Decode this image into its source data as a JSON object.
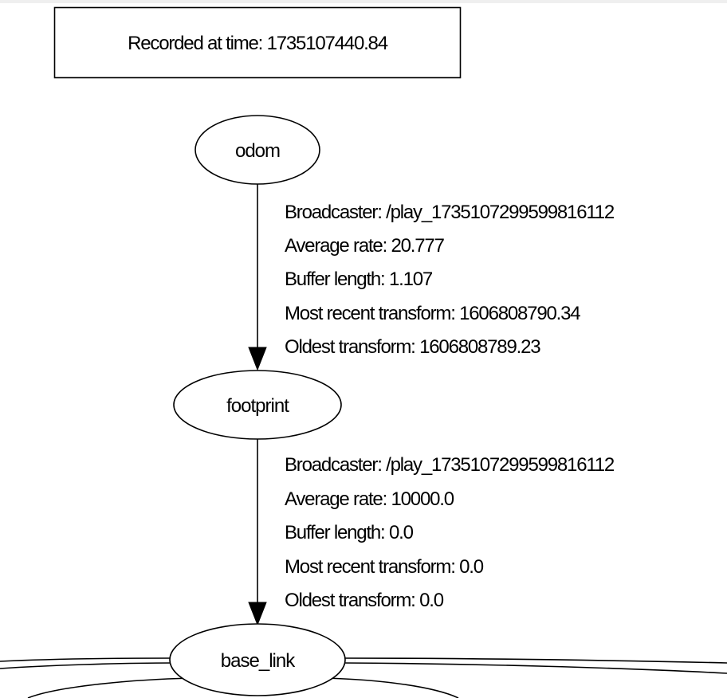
{
  "header": {
    "recorded_at": "Recorded at time: 1735107440.84"
  },
  "nodes": {
    "odom": "odom",
    "footprint": "footprint",
    "base_link": "base_link"
  },
  "edges": [
    {
      "from": "odom",
      "to": "footprint",
      "broadcaster": "Broadcaster: /play_1735107299599816112",
      "average_rate": "Average rate: 20.777",
      "buffer_length": "Buffer length: 1.107",
      "most_recent_transform": "Most recent transform: 1606808790.34",
      "oldest_transform": "Oldest transform: 1606808789.23"
    },
    {
      "from": "footprint",
      "to": "base_link",
      "broadcaster": "Broadcaster: /play_1735107299599816112",
      "average_rate": "Average rate: 10000.0",
      "buffer_length": "Buffer length: 0.0",
      "most_recent_transform": "Most recent transform: 0.0",
      "oldest_transform": "Oldest transform: 0.0"
    }
  ],
  "colors": {
    "background": "#ffffff",
    "stroke": "#000000",
    "top_strip": "#efefef"
  }
}
